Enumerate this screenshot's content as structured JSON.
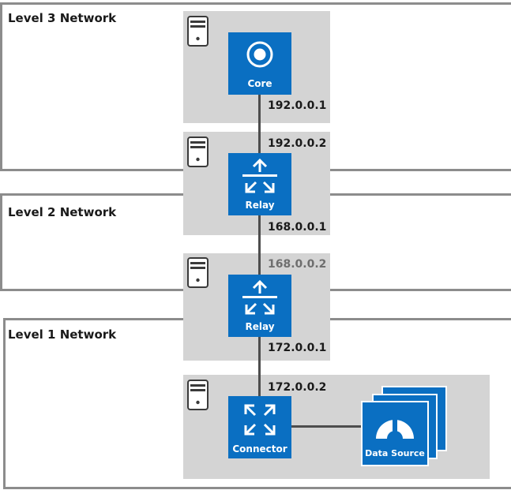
{
  "networks": {
    "level3": {
      "label": "Level 3 Network"
    },
    "level2": {
      "label": "Level 2 Network"
    },
    "level1": {
      "label": "Level 1 Network"
    }
  },
  "nodes": {
    "core": {
      "label": "Core",
      "icon": "target-icon"
    },
    "relay_upper": {
      "label": "Relay",
      "icon": "relay-arrows-icon"
    },
    "relay_lower": {
      "label": "Relay",
      "icon": "relay-arrows-icon"
    },
    "connector": {
      "label": "Connector",
      "icon": "expand-arrows-icon"
    },
    "data_source": {
      "label": "Data Source",
      "icon": "gauge-icon"
    }
  },
  "ips": {
    "core_out": "192.0.0.1",
    "relay_upper_in": "192.0.0.2",
    "relay_upper_out": "168.0.0.1",
    "relay_lower_in": "168.0.0.2",
    "relay_lower_out": "172.0.0.1",
    "connector_in": "172.0.0.2"
  },
  "colors": {
    "node_blue": "#0a6fc2",
    "panel_gray": "#d4d4d4",
    "border_gray": "#8c8c8c",
    "line_dark": "#4d4d4d",
    "muted_ip": "#6e6e6e"
  }
}
